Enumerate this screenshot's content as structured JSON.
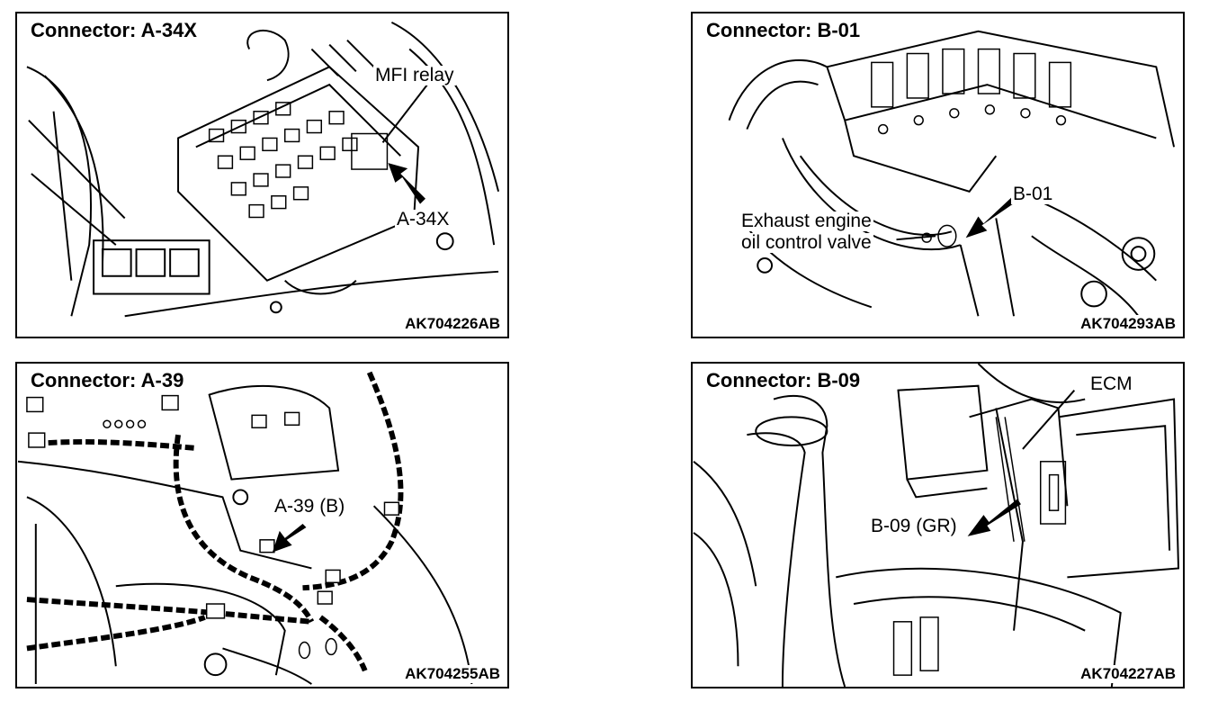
{
  "panels": [
    {
      "title": "Connector: A-34X",
      "code": "AK704226AB",
      "labels": [
        "MFI relay",
        "A-34X"
      ]
    },
    {
      "title": "Connector: B-01",
      "code": "AK704293AB",
      "labels": [
        "B-01",
        "Exhaust engine",
        "oil control valve"
      ]
    },
    {
      "title": "Connector: A-39",
      "code": "AK704255AB",
      "labels": [
        "A-39 (B)"
      ]
    },
    {
      "title": "Connector: B-09",
      "code": "AK704227AB",
      "labels": [
        "ECM",
        "B-09 (GR)"
      ]
    }
  ]
}
